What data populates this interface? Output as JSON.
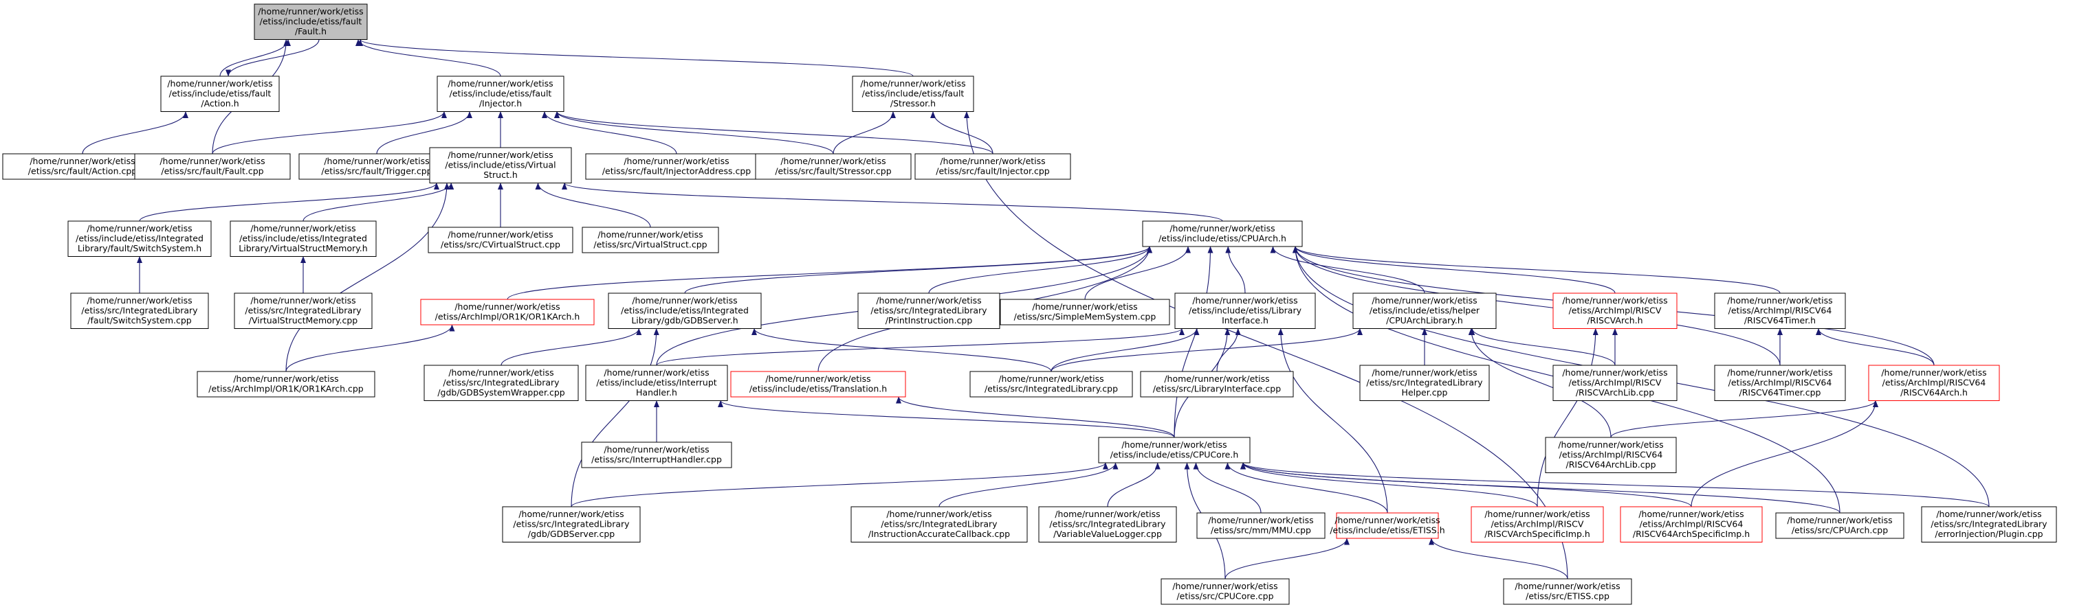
{
  "colors": {
    "edge": "#191970",
    "node_border": "#000000",
    "truncated_node_border": "#ff0000",
    "root_fill": "#bfbfbf",
    "background": "#ffffff"
  },
  "nodes": [
    {
      "id": "fault_h",
      "lines": [
        "/home/runner/work/etiss",
        "/etiss/include/etiss/fault",
        "/Fault.h"
      ],
      "style": "root"
    },
    {
      "id": "action_h",
      "lines": [
        "/home/runner/work/etiss",
        "/etiss/include/etiss/fault",
        "/Action.h"
      ],
      "style": "normal"
    },
    {
      "id": "injector_h",
      "lines": [
        "/home/runner/work/etiss",
        "/etiss/include/etiss/fault",
        "/Injector.h"
      ],
      "style": "normal"
    },
    {
      "id": "stressor_h",
      "lines": [
        "/home/runner/work/etiss",
        "/etiss/include/etiss/fault",
        "/Stressor.h"
      ],
      "style": "normal"
    },
    {
      "id": "action_cpp",
      "lines": [
        "/home/runner/work/etiss",
        "/etiss/src/fault/Action.cpp"
      ],
      "style": "normal"
    },
    {
      "id": "fault_cpp",
      "lines": [
        "/home/runner/work/etiss",
        "/etiss/src/fault/Fault.cpp"
      ],
      "style": "normal"
    },
    {
      "id": "trigger_cpp",
      "lines": [
        "/home/runner/work/etiss",
        "/etiss/src/fault/Trigger.cpp"
      ],
      "style": "normal"
    },
    {
      "id": "virtualstruct_h",
      "lines": [
        "/home/runner/work/etiss",
        "/etiss/include/etiss/Virtual",
        "Struct.h"
      ],
      "style": "normal"
    },
    {
      "id": "injectoraddr_cpp",
      "lines": [
        "/home/runner/work/etiss",
        "/etiss/src/fault/InjectorAddress.cpp"
      ],
      "style": "normal"
    },
    {
      "id": "stressor_cpp",
      "lines": [
        "/home/runner/work/etiss",
        "/etiss/src/fault/Stressor.cpp"
      ],
      "style": "normal"
    },
    {
      "id": "injector_cpp",
      "lines": [
        "/home/runner/work/etiss",
        "/etiss/src/fault/Injector.cpp"
      ],
      "style": "normal"
    },
    {
      "id": "switchsystem_h",
      "lines": [
        "/home/runner/work/etiss",
        "/etiss/include/etiss/Integrated",
        "Library/fault/SwitchSystem.h"
      ],
      "style": "normal"
    },
    {
      "id": "vsmemory_h",
      "lines": [
        "/home/runner/work/etiss",
        "/etiss/include/etiss/Integrated",
        "Library/VirtualStructMemory.h"
      ],
      "style": "normal"
    },
    {
      "id": "cvirtualstruct_cpp",
      "lines": [
        "/home/runner/work/etiss",
        "/etiss/src/CVirtualStruct.cpp"
      ],
      "style": "normal"
    },
    {
      "id": "virtualstruct_cpp",
      "lines": [
        "/home/runner/work/etiss",
        "/etiss/src/VirtualStruct.cpp"
      ],
      "style": "normal"
    },
    {
      "id": "cpuarch_h",
      "lines": [
        "/home/runner/work/etiss",
        "/etiss/include/etiss/CPUArch.h"
      ],
      "style": "normal"
    },
    {
      "id": "switchsystem_cpp",
      "lines": [
        "/home/runner/work/etiss",
        "/etiss/src/IntegratedLibrary",
        "/fault/SwitchSystem.cpp"
      ],
      "style": "normal"
    },
    {
      "id": "vsmemory_cpp",
      "lines": [
        "/home/runner/work/etiss",
        "/etiss/src/IntegratedLibrary",
        "/VirtualStructMemory.cpp"
      ],
      "style": "normal"
    },
    {
      "id": "or1karch_h",
      "lines": [
        "/home/runner/work/etiss",
        "/etiss/ArchImpl/OR1K/OR1KArch.h"
      ],
      "style": "trunc"
    },
    {
      "id": "gdbserver_h",
      "lines": [
        "/home/runner/work/etiss",
        "/etiss/include/etiss/Integrated",
        "Library/gdb/GDBServer.h"
      ],
      "style": "normal"
    },
    {
      "id": "printinstr_cpp",
      "lines": [
        "/home/runner/work/etiss",
        "/etiss/src/IntegratedLibrary",
        "/PrintInstruction.cpp"
      ],
      "style": "normal"
    },
    {
      "id": "simplemem_cpp",
      "lines": [
        "/home/runner/work/etiss",
        "/etiss/src/SimpleMemSystem.cpp"
      ],
      "style": "normal"
    },
    {
      "id": "libiface_h",
      "lines": [
        "/home/runner/work/etiss",
        "/etiss/include/etiss/Library",
        "Interface.h"
      ],
      "style": "normal"
    },
    {
      "id": "cpuarchlib_h",
      "lines": [
        "/home/runner/work/etiss",
        "/etiss/include/etiss/helper",
        "/CPUArchLibrary.h"
      ],
      "style": "normal"
    },
    {
      "id": "riscvarch_h",
      "lines": [
        "/home/runner/work/etiss",
        "/etiss/ArchImpl/RISCV",
        "/RISCVArch.h"
      ],
      "style": "trunc"
    },
    {
      "id": "riscv64timer_h",
      "lines": [
        "/home/runner/work/etiss",
        "/etiss/ArchImpl/RISCV64",
        "/RISCV64Timer.h"
      ],
      "style": "normal"
    },
    {
      "id": "or1karch_cpp",
      "lines": [
        "/home/runner/work/etiss",
        "/etiss/ArchImpl/OR1K/OR1KArch.cpp"
      ],
      "style": "normal"
    },
    {
      "id": "gdbsyswrap_cpp",
      "lines": [
        "/home/runner/work/etiss",
        "/etiss/src/IntegratedLibrary",
        "/gdb/GDBSystemWrapper.cpp"
      ],
      "style": "normal"
    },
    {
      "id": "interrupt_h",
      "lines": [
        "/home/runner/work/etiss",
        "/etiss/include/etiss/Interrupt",
        "Handler.h"
      ],
      "style": "normal"
    },
    {
      "id": "translation_h",
      "lines": [
        "/home/runner/work/etiss",
        "/etiss/include/etiss/Translation.h"
      ],
      "style": "trunc"
    },
    {
      "id": "intlib_cpp",
      "lines": [
        "/home/runner/work/etiss",
        "/etiss/src/IntegratedLibrary.cpp"
      ],
      "style": "normal"
    },
    {
      "id": "libiface_cpp",
      "lines": [
        "/home/runner/work/etiss",
        "/etiss/src/LibraryInterface.cpp"
      ],
      "style": "normal"
    },
    {
      "id": "intlibhelper_cpp",
      "lines": [
        "/home/runner/work/etiss",
        "/etiss/src/IntegratedLibrary",
        "Helper.cpp"
      ],
      "style": "normal"
    },
    {
      "id": "riscvarchlib_cpp",
      "lines": [
        "/home/runner/work/etiss",
        "/etiss/ArchImpl/RISCV",
        "/RISCVArchLib.cpp"
      ],
      "style": "normal"
    },
    {
      "id": "riscv64timer_cpp",
      "lines": [
        "/home/runner/work/etiss",
        "/etiss/ArchImpl/RISCV64",
        "/RISCV64Timer.cpp"
      ],
      "style": "normal"
    },
    {
      "id": "riscv64arch_h",
      "lines": [
        "/home/runner/work/etiss",
        "/etiss/ArchImpl/RISCV64",
        "/RISCV64Arch.h"
      ],
      "style": "trunc"
    },
    {
      "id": "interrupt_cpp",
      "lines": [
        "/home/runner/work/etiss",
        "/etiss/src/InterruptHandler.cpp"
      ],
      "style": "normal"
    },
    {
      "id": "cpucore_h",
      "lines": [
        "/home/runner/work/etiss",
        "/etiss/include/etiss/CPUCore.h"
      ],
      "style": "normal"
    },
    {
      "id": "riscv64archlib_cpp",
      "lines": [
        "/home/runner/work/etiss",
        "/etiss/ArchImpl/RISCV64",
        "/RISCV64ArchLib.cpp"
      ],
      "style": "normal"
    },
    {
      "id": "gdbserver_cpp",
      "lines": [
        "/home/runner/work/etiss",
        "/etiss/src/IntegratedLibrary",
        "/gdb/GDBServer.cpp"
      ],
      "style": "normal"
    },
    {
      "id": "instraccurate_cpp",
      "lines": [
        "/home/runner/work/etiss",
        "/etiss/src/IntegratedLibrary",
        "/InstructionAccurateCallback.cpp"
      ],
      "style": "normal"
    },
    {
      "id": "varlogger_cpp",
      "lines": [
        "/home/runner/work/etiss",
        "/etiss/src/IntegratedLibrary",
        "/VariableValueLogger.cpp"
      ],
      "style": "normal"
    },
    {
      "id": "mmu_cpp",
      "lines": [
        "/home/runner/work/etiss",
        "/etiss/src/mm/MMU.cpp"
      ],
      "style": "normal"
    },
    {
      "id": "etiss_h",
      "lines": [
        "/home/runner/work/etiss",
        "/etiss/include/etiss/ETISS.h"
      ],
      "style": "trunc"
    },
    {
      "id": "riscvspec_h",
      "lines": [
        "/home/runner/work/etiss",
        "/etiss/ArchImpl/RISCV",
        "/RISCVArchSpecificImp.h"
      ],
      "style": "trunc"
    },
    {
      "id": "riscv64spec_h",
      "lines": [
        "/home/runner/work/etiss",
        "/etiss/ArchImpl/RISCV64",
        "/RISCV64ArchSpecificImp.h"
      ],
      "style": "trunc"
    },
    {
      "id": "cpuarch_cpp",
      "lines": [
        "/home/runner/work/etiss",
        "/etiss/src/CPUArch.cpp"
      ],
      "style": "normal"
    },
    {
      "id": "errinj_cpp",
      "lines": [
        "/home/runner/work/etiss",
        "/etiss/src/IntegratedLibrary",
        "/errorInjection/Plugin.cpp"
      ],
      "style": "normal"
    },
    {
      "id": "cpucore_cpp",
      "lines": [
        "/home/runner/work/etiss",
        "/etiss/src/CPUCore.cpp"
      ],
      "style": "normal"
    },
    {
      "id": "etiss_cpp",
      "lines": [
        "/home/runner/work/etiss",
        "/etiss/src/ETISS.cpp"
      ],
      "style": "normal"
    }
  ],
  "edges": [
    [
      "action_h",
      "fault_h"
    ],
    [
      "fault_h",
      "action_h"
    ],
    [
      "injector_h",
      "fault_h"
    ],
    [
      "stressor_h",
      "fault_h"
    ],
    [
      "fault_cpp",
      "fault_h"
    ],
    [
      "action_cpp",
      "action_h"
    ],
    [
      "fault_cpp",
      "injector_h"
    ],
    [
      "trigger_cpp",
      "injector_h"
    ],
    [
      "virtualstruct_h",
      "injector_h"
    ],
    [
      "injectoraddr_cpp",
      "injector_h"
    ],
    [
      "stressor_cpp",
      "injector_h"
    ],
    [
      "injector_cpp",
      "injector_h"
    ],
    [
      "stressor_cpp",
      "stressor_h"
    ],
    [
      "injector_cpp",
      "stressor_h"
    ],
    [
      "etiss_cpp",
      "stressor_h"
    ],
    [
      "switchsystem_h",
      "virtualstruct_h"
    ],
    [
      "vsmemory_h",
      "virtualstruct_h"
    ],
    [
      "cvirtualstruct_cpp",
      "virtualstruct_h"
    ],
    [
      "virtualstruct_cpp",
      "virtualstruct_h"
    ],
    [
      "cpuarch_h",
      "virtualstruct_h"
    ],
    [
      "or1karch_cpp",
      "virtualstruct_h"
    ],
    [
      "switchsystem_cpp",
      "switchsystem_h"
    ],
    [
      "vsmemory_cpp",
      "vsmemory_h"
    ],
    [
      "or1karch_h",
      "cpuarch_h"
    ],
    [
      "gdbserver_h",
      "cpuarch_h"
    ],
    [
      "printinstr_cpp",
      "cpuarch_h"
    ],
    [
      "simplemem_cpp",
      "cpuarch_h"
    ],
    [
      "libiface_h",
      "cpuarch_h"
    ],
    [
      "cpuarchlib_h",
      "cpuarch_h"
    ],
    [
      "riscvarch_h",
      "cpuarch_h"
    ],
    [
      "riscv64timer_h",
      "cpuarch_h"
    ],
    [
      "interrupt_h",
      "cpuarch_h"
    ],
    [
      "translation_h",
      "cpuarch_h"
    ],
    [
      "cpucore_h",
      "cpuarch_h"
    ],
    [
      "riscv64timer_cpp",
      "cpuarch_h"
    ],
    [
      "riscv64arch_h",
      "cpuarch_h"
    ],
    [
      "cpuarch_cpp",
      "cpuarch_h"
    ],
    [
      "errinj_cpp",
      "cpuarch_h"
    ],
    [
      "or1karch_cpp",
      "or1karch_h"
    ],
    [
      "gdbsyswrap_cpp",
      "gdbserver_h"
    ],
    [
      "intlib_cpp",
      "gdbserver_h"
    ],
    [
      "gdbserver_cpp",
      "gdbserver_h"
    ],
    [
      "interrupt_h",
      "libiface_h"
    ],
    [
      "intlib_cpp",
      "libiface_h"
    ],
    [
      "libiface_cpp",
      "libiface_h"
    ],
    [
      "cpucore_h",
      "libiface_h"
    ],
    [
      "etiss_h",
      "libiface_h"
    ],
    [
      "intlib_cpp",
      "cpuarchlib_h"
    ],
    [
      "intlibhelper_cpp",
      "cpuarchlib_h"
    ],
    [
      "riscvarchlib_cpp",
      "cpuarchlib_h"
    ],
    [
      "riscv64archlib_cpp",
      "cpuarchlib_h"
    ],
    [
      "riscvarchlib_cpp",
      "riscvarch_h"
    ],
    [
      "riscvspec_h",
      "riscvarch_h"
    ],
    [
      "riscv64timer_cpp",
      "riscv64timer_h"
    ],
    [
      "riscv64arch_h",
      "riscv64timer_h"
    ],
    [
      "riscv64archlib_cpp",
      "riscv64arch_h"
    ],
    [
      "riscv64spec_h",
      "riscv64arch_h"
    ],
    [
      "interrupt_cpp",
      "interrupt_h"
    ],
    [
      "cpucore_h",
      "interrupt_h"
    ],
    [
      "cpucore_h",
      "translation_h"
    ],
    [
      "gdbserver_cpp",
      "cpucore_h"
    ],
    [
      "instraccurate_cpp",
      "cpucore_h"
    ],
    [
      "varlogger_cpp",
      "cpucore_h"
    ],
    [
      "mmu_cpp",
      "cpucore_h"
    ],
    [
      "etiss_h",
      "cpucore_h"
    ],
    [
      "riscvspec_h",
      "cpucore_h"
    ],
    [
      "riscv64spec_h",
      "cpucore_h"
    ],
    [
      "cpuarch_cpp",
      "cpucore_h"
    ],
    [
      "errinj_cpp",
      "cpucore_h"
    ],
    [
      "cpucore_cpp",
      "cpucore_h"
    ],
    [
      "cpucore_cpp",
      "etiss_h"
    ],
    [
      "etiss_cpp",
      "etiss_h"
    ]
  ]
}
